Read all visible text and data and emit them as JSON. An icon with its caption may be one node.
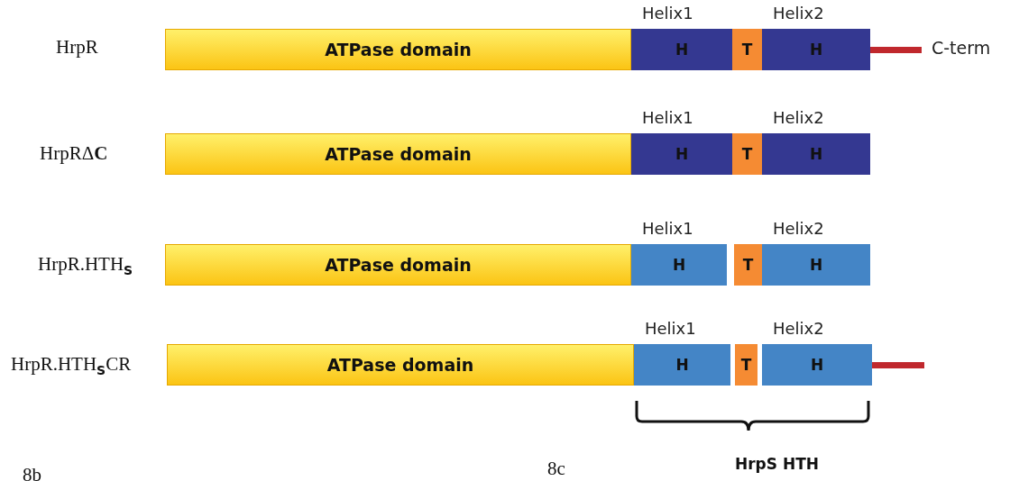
{
  "diagram": {
    "nodes": [
      {
        "text": [
          "ATPase domain"
        ]
      },
      {
        "text": [
          "Helix1",
          "H"
        ]
      },
      {
        "text": [
          "T"
        ]
      },
      {
        "text": [
          "Helix2",
          "H"
        ]
      },
      {
        "text": [],
        "shape": "bar",
        "beside": [
          "C-term"
        ]
      },
      {
        "text": [
          "ATPase domain"
        ]
      },
      {
        "text": [
          "Helix1",
          "H"
        ]
      },
      {
        "text": [
          "T"
        ]
      },
      {
        "text": [
          "Helix2",
          "H"
        ]
      },
      {
        "text": [
          "ATPase domain"
        ]
      },
      {
        "text": [
          "Helix1",
          "H"
        ]
      },
      {
        "text": [
          "T"
        ]
      },
      {
        "text": [
          "Helix2",
          "H"
        ]
      },
      {
        "text": [
          "ATPase domain"
        ]
      },
      {
        "text": [
          "Helix1",
          "H"
        ]
      },
      {
        "text": [
          "T"
        ]
      },
      {
        "text": [
          "Helix2",
          "H"
        ]
      },
      {
        "text": [],
        "shape": "bar"
      }
    ],
    "labels": [
      "HrpR",
      "HrpRΔ**C**",
      "HrpR.HTH$_{S}$",
      "HrpR.HTH$_{S}$CR",
      "HrpS HTH",
      "8b",
      "8c"
    ]
  }
}
